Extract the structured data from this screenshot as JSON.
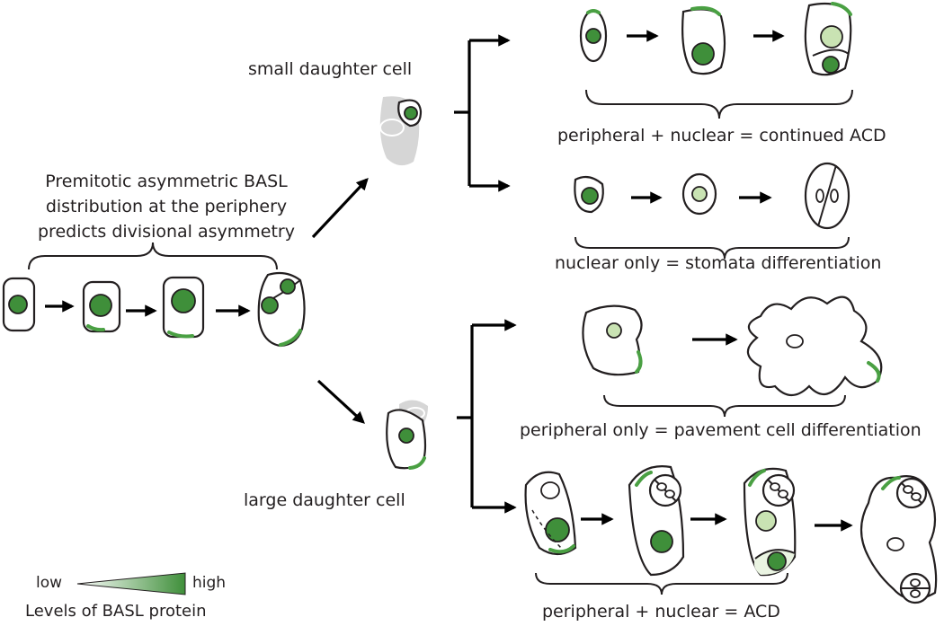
{
  "labels": {
    "small_daughter": "small daughter cell",
    "large_daughter": "large daughter cell",
    "intro_lines": [
      "Premitotic asymmetric BASL",
      "distribution at the periphery",
      "predicts divisional asymmetry"
    ],
    "outcome_continued_acd": "peripheral + nuclear = continued ACD",
    "outcome_stomata": "nuclear only = stomata differentiation",
    "outcome_pavement": "peripheral only = pavement cell differentiation",
    "outcome_acd": "peripheral + nuclear = ACD"
  },
  "legend": {
    "low": "low",
    "high": "high",
    "caption": "Levels of BASL protein"
  },
  "colors": {
    "basl_high": "#3f8f3a",
    "basl_low": "#c9e3b3",
    "crescent": "#4aa043",
    "outline": "#231f20",
    "arrow": "#000000",
    "unfocused_cell": "#d6d6d6"
  }
}
